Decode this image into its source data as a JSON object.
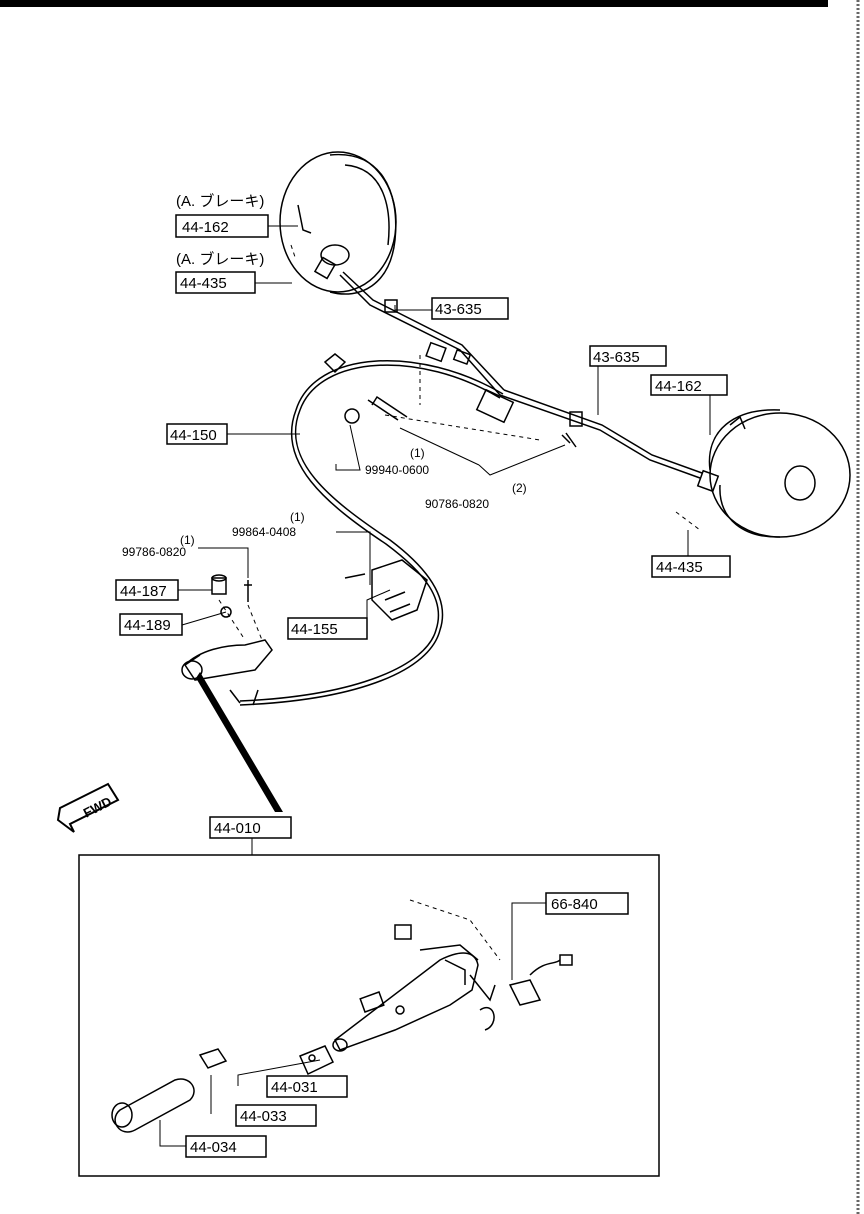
{
  "callouts": [
    {
      "id": "c1",
      "text": "44-162"
    },
    {
      "id": "c2",
      "text": "44-435"
    },
    {
      "id": "c3",
      "text": "43-635"
    },
    {
      "id": "c4",
      "text": "43-635"
    },
    {
      "id": "c5",
      "text": "44-162"
    },
    {
      "id": "c6",
      "text": "44-150"
    },
    {
      "id": "c7",
      "text": "44-187"
    },
    {
      "id": "c8",
      "text": "44-189"
    },
    {
      "id": "c9",
      "text": "44-155"
    },
    {
      "id": "c10",
      "text": "44-435"
    },
    {
      "id": "c11",
      "text": "44-010"
    },
    {
      "id": "c12",
      "text": "66-840"
    },
    {
      "id": "c13",
      "text": "44-031"
    },
    {
      "id": "c14",
      "text": "44-033"
    },
    {
      "id": "c15",
      "text": "44-034"
    }
  ],
  "notes": {
    "a_brake_1": "(A. ブレーキ)",
    "a_brake_2": "(A. ブレーキ)"
  },
  "part_numbers": {
    "p1": "99940-0600",
    "p1_qty": "(1)",
    "p2": "90786-0820",
    "p2_qty": "(2)",
    "p3": "99864-0408",
    "p3_qty": "(1)",
    "p4": "99786-0820",
    "p4_qty": "(1)"
  },
  "fwd_label": "FWD"
}
